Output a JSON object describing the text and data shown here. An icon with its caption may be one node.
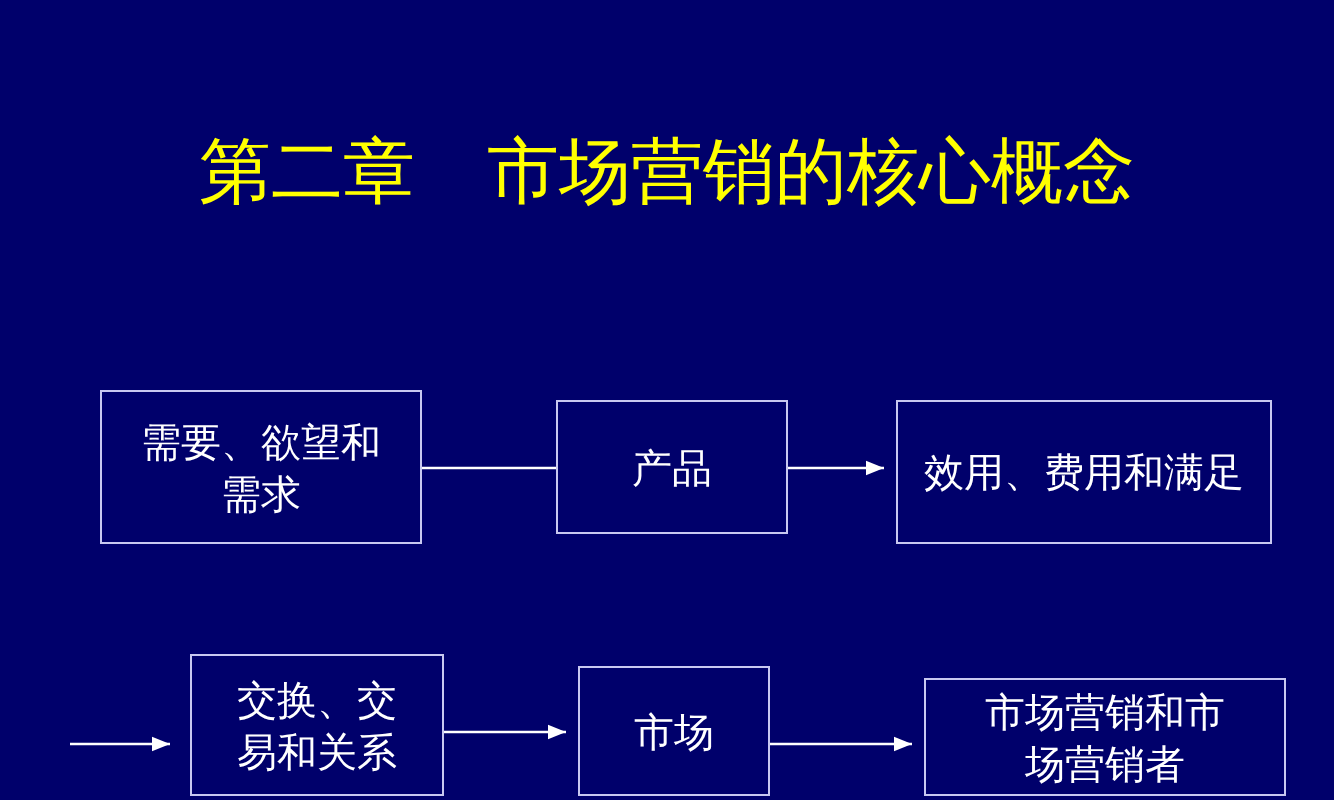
{
  "diagram": {
    "title": "第二章　市场营销的核心概念",
    "nodes": [
      {
        "text": [
          "需要、欲望和需求"
        ]
      },
      {
        "text": [
          "产品"
        ]
      },
      {
        "text": [
          "效用、费用和满足"
        ]
      },
      {
        "text": [
          "交换、交易和关系"
        ]
      },
      {
        "text": [
          "市场"
        ]
      },
      {
        "text": [
          "市场营销和市场营销者"
        ]
      }
    ],
    "edges": [
      {
        "from": 0,
        "to": 1,
        "arrow": "none"
      },
      {
        "from": 1,
        "to": 2,
        "arrow": "to"
      },
      {
        "from": null,
        "to": 3,
        "arrow": "to"
      },
      {
        "from": 3,
        "to": 4,
        "arrow": "to"
      },
      {
        "from": 4,
        "to": 5,
        "arrow": "to"
      }
    ]
  }
}
